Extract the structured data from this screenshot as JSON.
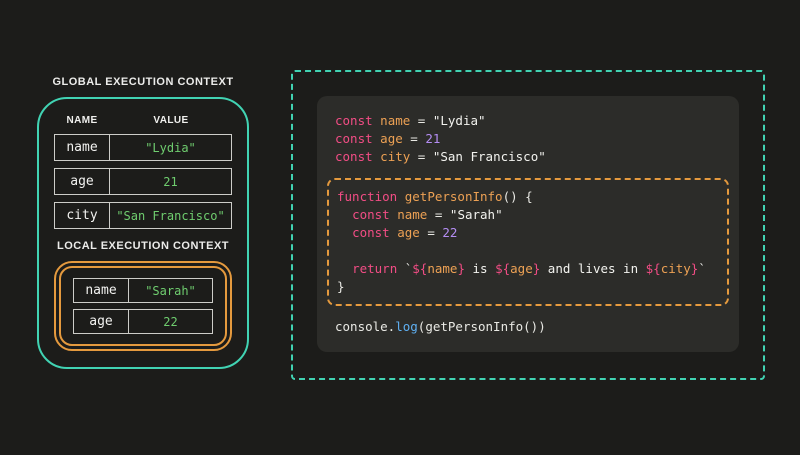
{
  "colors": {
    "background": "#1c1c1a",
    "code_panel_bg": "#2c2c29",
    "teal_border": "#41d3b3",
    "orange_border": "#e59a3e",
    "value_green": "#6fcd6f",
    "keyword_pink": "#f24d85",
    "variable_orange": "#eda154",
    "number_purple": "#b48df3",
    "method_blue": "#5fb0f2"
  },
  "left_panel": {
    "global_label": "GLOBAL EXECUTION CONTEXT",
    "local_label": "LOCAL EXECUTION CONTEXT",
    "headers": [
      "NAME",
      "VALUE"
    ],
    "global_rows": [
      {
        "name": "name",
        "value": "\"Lydia\""
      },
      {
        "name": "age",
        "value": "21"
      },
      {
        "name": "city",
        "value": "\"San Francisco\""
      }
    ],
    "local_rows": [
      {
        "name": "name",
        "value": "\"Sarah\""
      },
      {
        "name": "age",
        "value": "22"
      }
    ]
  },
  "code_panel": {
    "top_lines": [
      [
        [
          "kw",
          "const"
        ],
        [
          "pl",
          " "
        ],
        [
          "vr",
          "name"
        ],
        [
          "pl",
          " = "
        ],
        [
          "st",
          "\"Lydia\""
        ]
      ],
      [
        [
          "kw",
          "const"
        ],
        [
          "pl",
          " "
        ],
        [
          "vr",
          "age"
        ],
        [
          "pl",
          " = "
        ],
        [
          "nm",
          "21"
        ]
      ],
      [
        [
          "kw",
          "const"
        ],
        [
          "pl",
          " "
        ],
        [
          "vr",
          "city"
        ],
        [
          "pl",
          " = "
        ],
        [
          "st",
          "\"San Francisco\""
        ]
      ]
    ],
    "function_lines": [
      [
        [
          "kw",
          "function"
        ],
        [
          "pl",
          " "
        ],
        [
          "fn",
          "getPersonInfo"
        ],
        [
          "pl",
          "() {"
        ]
      ],
      [
        [
          "pl",
          "  "
        ],
        [
          "kw",
          "const"
        ],
        [
          "pl",
          " "
        ],
        [
          "vr",
          "name"
        ],
        [
          "pl",
          " = "
        ],
        [
          "st",
          "\"Sarah\""
        ]
      ],
      [
        [
          "pl",
          "  "
        ],
        [
          "kw",
          "const"
        ],
        [
          "pl",
          " "
        ],
        [
          "vr",
          "age"
        ],
        [
          "pl",
          " = "
        ],
        [
          "nm",
          "22"
        ]
      ],
      [],
      [
        [
          "pl",
          "  "
        ],
        [
          "kw",
          "return"
        ],
        [
          "pl",
          " "
        ],
        [
          "st",
          "`"
        ],
        [
          "ip",
          "${"
        ],
        [
          "vr",
          "name"
        ],
        [
          "ip",
          "}"
        ],
        [
          "st",
          " is "
        ],
        [
          "ip",
          "${"
        ],
        [
          "vr",
          "age"
        ],
        [
          "ip",
          "}"
        ],
        [
          "st",
          " and lives in "
        ],
        [
          "ip",
          "${"
        ],
        [
          "vr",
          "city"
        ],
        [
          "ip",
          "}"
        ],
        [
          "st",
          "`"
        ]
      ],
      [
        [
          "pl",
          "}"
        ]
      ]
    ],
    "bottom_lines": [
      [
        [
          "pl",
          "console."
        ],
        [
          "mt",
          "log"
        ],
        [
          "pl",
          "(getPersonInfo())"
        ]
      ]
    ]
  }
}
